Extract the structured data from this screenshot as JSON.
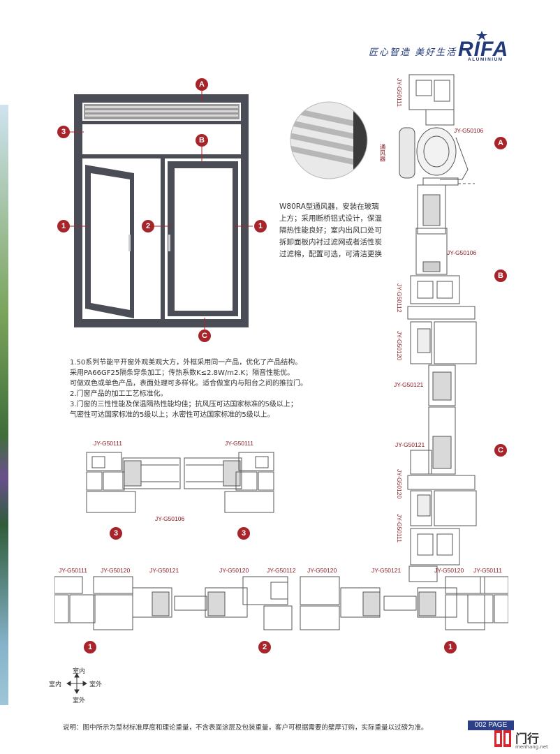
{
  "header": {
    "slogan": "匠心智造  美好生活",
    "logo_text": "RIFA",
    "logo_sub": "ALUMINIUM"
  },
  "window_badges": {
    "A": "A",
    "B": "B",
    "C": "C",
    "one": "1",
    "two": "2",
    "three": "3"
  },
  "ventilator": {
    "tag": "通风器",
    "description": "W80RA型通风器，安装在玻璃上方；采用断桥铝式设计，保温隔热性能良好；室内出风口处可拆卸面板内衬过滤网或者活性炭过滤棉，配置可选，可清洁更换"
  },
  "notes": [
    "1.50系列节能平开窗外观美观大方，外框采用同一产品，优化了产品结构。",
    "  采用PA66GF25隔条穿条加工；传热系数K≤2.8W/m2.K；隔音性能优。",
    "  可做双色或单色产品，表面处理可多样化。适合做室内与阳台之间的推拉门。",
    "2.门窗产品的加工工艺标准化。",
    "3.门窗的三性性能及保温隔热性能均佳；抗风压可达国家标准的5级以上；",
    "  气密性可达国家标准的5级以上；水密性可达国家标准的5级以上。"
  ],
  "profiles": {
    "g111": "JY-G50111",
    "g106": "JY-G50106",
    "g112": "JY-G50112",
    "g120": "JY-G50120",
    "g121": "JY-G50121"
  },
  "compass": {
    "in_top": "室内",
    "out_bottom": "室外",
    "in_left": "室内",
    "out_right": "室外"
  },
  "footer": {
    "note": "说明：图中所示为型材标准厚度和理论重量，不含表面涂层及包装重量，客户可根据需要的壁厚订购，实际重量以过磅为准。",
    "page": "002  PAGE",
    "site_name": "门行",
    "site_url": "menhang.net"
  },
  "colors": {
    "accent_red": "#a8242b",
    "brand_blue": "#233a7a",
    "frame_gray": "#4a4d55"
  }
}
